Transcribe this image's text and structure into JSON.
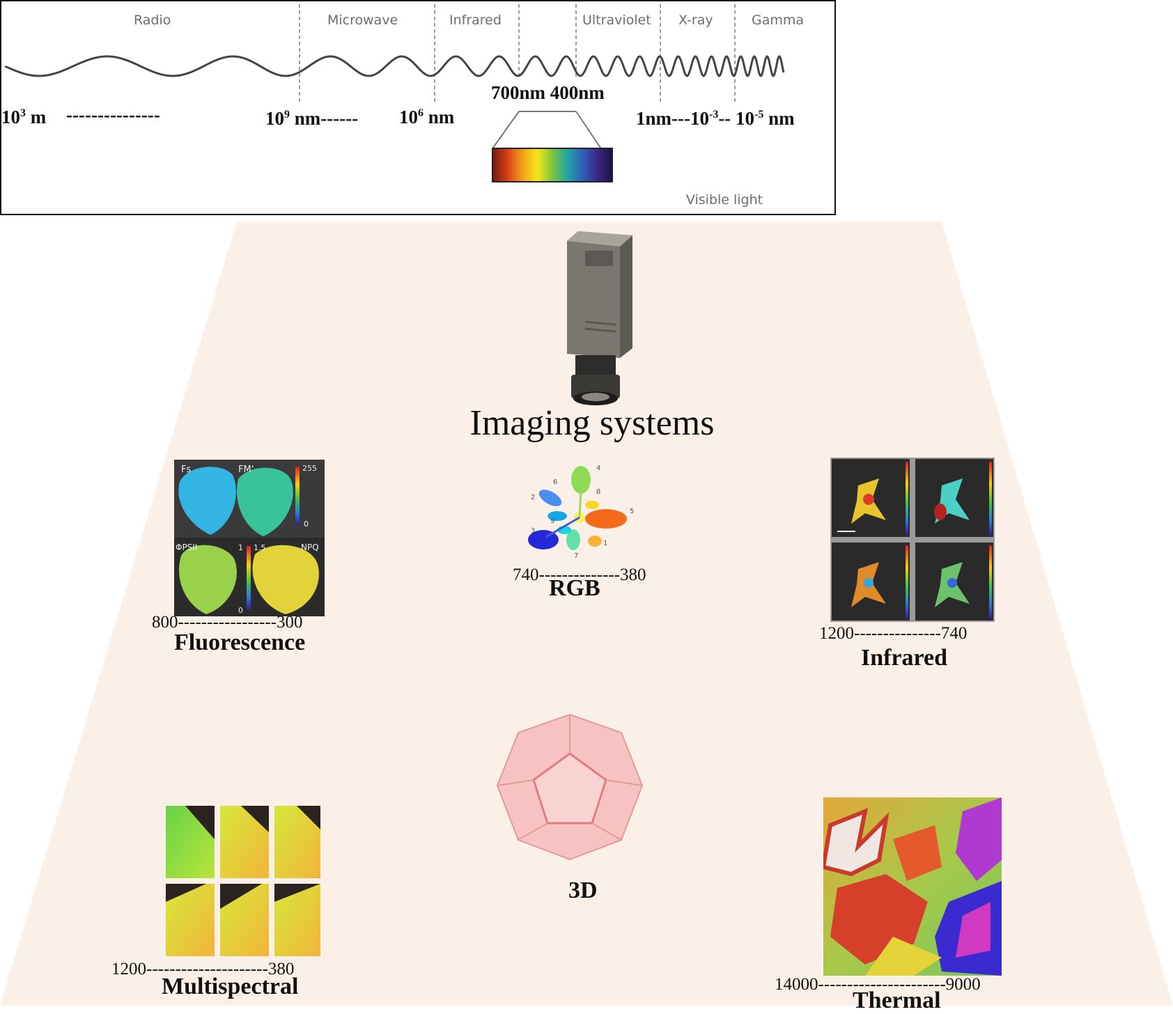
{
  "spectrum": {
    "bands": [
      "Radio",
      "Microwave",
      "Infrared",
      "Ultraviolet",
      "X-ray",
      "Gamma"
    ],
    "wavelength_marks": {
      "radio_start": "10",
      "radio_start_exp": "3",
      "radio_start_unit": " m",
      "radio_dashes": "---------------",
      "microwave_start": "10",
      "microwave_start_exp": "9",
      "microwave_unit_dashes": " nm------",
      "infrared_start": "10",
      "infrared_start_exp": "6",
      "infrared_unit": " nm",
      "visible_range": "700nm 400nm",
      "uv_xray": "1nm---10",
      "xray_exp": "-3",
      "gamma_dash": "-- 10",
      "gamma_exp": "-5",
      "gamma_unit": " nm"
    },
    "visible_label": "Visible light",
    "visible_gradient": [
      "#7a1b10",
      "#d8431a",
      "#f3a11b",
      "#f5e51d",
      "#7cc43f",
      "#22a7a4",
      "#2d62b6",
      "#3a2a86",
      "#1c1147"
    ]
  },
  "main_title": "Imaging systems",
  "modalities": {
    "fluorescence": {
      "range": "800-----------------300",
      "label": "Fluorescence",
      "panel_labels": [
        "Fs",
        "FM'",
        "ΦPSII",
        "NPQ"
      ],
      "scale_a": [
        "255",
        "0"
      ],
      "scale_b": [
        "1",
        "1.5",
        "0"
      ]
    },
    "rgb": {
      "range": "740--------------380",
      "label": "RGB",
      "leaf_numbers": [
        "1",
        "2",
        "3",
        "4",
        "5",
        "6",
        "7",
        "8",
        "9"
      ]
    },
    "infrared": {
      "range": "1200---------------740",
      "label": "Infrared"
    },
    "three_d": {
      "label": "3D"
    },
    "multispectral": {
      "range": "1200---------------------380",
      "label": "Multispectral"
    },
    "thermal": {
      "range": "14000----------------------9000",
      "label": "Thermal"
    }
  }
}
